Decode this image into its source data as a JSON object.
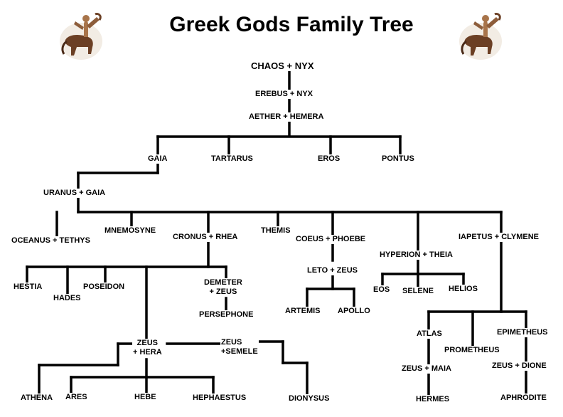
{
  "title": "Greek Gods Family Tree",
  "colors": {
    "line": "#000000",
    "text": "#000000",
    "background": "#ffffff"
  },
  "decorations": [
    "centaur-statue-left",
    "centaur-statue-right"
  ],
  "nodes": {
    "chaos_nyx": "CHAOS + NYX",
    "erebus_nyx": "EREBUS + NYX",
    "aether_hemera": "AETHER + HEMERA",
    "gaia": "GAIA",
    "tartarus": "TARTARUS",
    "eros": "EROS",
    "pontus": "PONTUS",
    "uranus_gaia": "URANUS + GAIA",
    "oceanus_tethys": "OCEANUS + TETHYS",
    "mnemosyne": "MNEMOSYNE",
    "cronus_rhea": "CRONUS + RHEA",
    "themis": "THEMIS",
    "coeus_phoebe": "COEUS + PHOEBE",
    "hyperion_theia": "HYPERION + THEIA",
    "iapetus_clymene": "IAPETUS + CLYMENE",
    "hestia": "HESTIA",
    "hades": "HADES",
    "poseidon": "POSEIDON",
    "demeter_zeus": [
      "DEMETER",
      "+ ZEUS"
    ],
    "persephone": "PERSEPHONE",
    "leto_zeus": "LETO + ZEUS",
    "artemis": "ARTEMIS",
    "apollo": "APOLLO",
    "eos": "EOS",
    "selene": "SELENE",
    "helios": "HELIOS",
    "atlas": "ATLAS",
    "prometheus": "PROMETHEUS",
    "epimetheus": "EPIMETHEUS",
    "zeus_maia": "ZEUS + MAIA",
    "zeus_dione": "ZEUS + DIONE",
    "hermes": "HERMES",
    "aphrodite": "APHRODITE",
    "zeus_hera": [
      "ZEUS",
      "+ HERA"
    ],
    "zeus_semele": [
      "ZEUS",
      "+SEMELE"
    ],
    "athena": "ATHENA",
    "ares": "ARES",
    "hebe": "HEBE",
    "hephaestus": "HEPHAESTUS",
    "dionysus": "DIONYSUS"
  }
}
